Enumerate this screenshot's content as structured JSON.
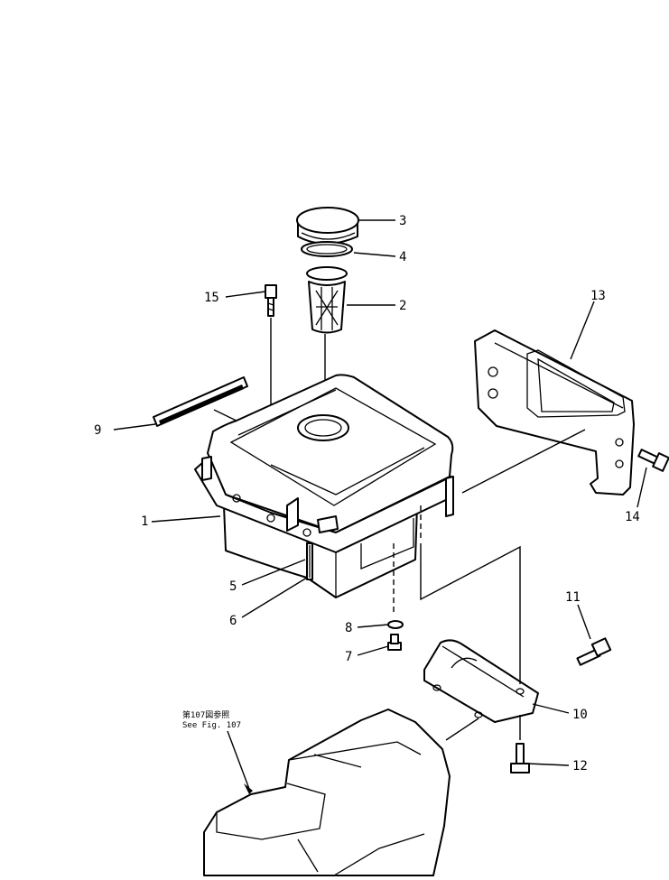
{
  "diagram": {
    "callouts": [
      {
        "id": "1",
        "label": "1"
      },
      {
        "id": "2",
        "label": "2"
      },
      {
        "id": "3",
        "label": "3"
      },
      {
        "id": "4",
        "label": "4"
      },
      {
        "id": "5",
        "label": "5"
      },
      {
        "id": "6",
        "label": "6"
      },
      {
        "id": "7",
        "label": "7"
      },
      {
        "id": "8",
        "label": "8"
      },
      {
        "id": "9",
        "label": "9"
      },
      {
        "id": "10",
        "label": "10"
      },
      {
        "id": "11",
        "label": "11"
      },
      {
        "id": "12",
        "label": "12"
      },
      {
        "id": "13",
        "label": "13"
      },
      {
        "id": "14",
        "label": "14"
      },
      {
        "id": "15",
        "label": "15"
      }
    ],
    "reference": {
      "line1": "第107図参照",
      "line2": "See Fig. 107"
    }
  }
}
